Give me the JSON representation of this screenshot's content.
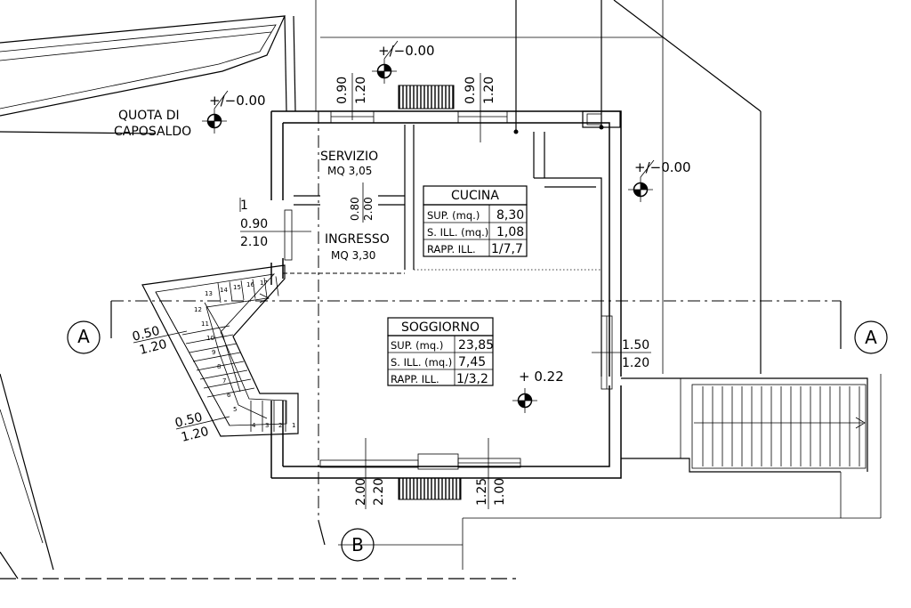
{
  "elevations": {
    "top": "+/−0.00",
    "left": "+/−0.00",
    "right": "+/−0.00",
    "living": "+ 0.22"
  },
  "benchmark": {
    "line1": "QUOTA DI",
    "line2": "CAPOSALDO"
  },
  "rooms": {
    "servizio": {
      "name": "SERVIZIO",
      "area": "MQ 3,05"
    },
    "ingresso": {
      "name": "INGRESSO",
      "area": "MQ 3,30"
    },
    "cucina": {
      "name": "CUCINA",
      "rows": [
        {
          "label": "SUP.   (mq.)",
          "value": "8,30"
        },
        {
          "label": "S. ILL.  (mq.)",
          "value": "1,08"
        },
        {
          "label": "RAPP.  ILL.",
          "value": "1/7,7"
        }
      ]
    },
    "soggiorno": {
      "name": "SOGGIORNO",
      "rows": [
        {
          "label": "SUP.   (mq.)",
          "value": "23,85"
        },
        {
          "label": "S. ILL.  (mq.)",
          "value": "7,45"
        },
        {
          "label": "RAPP.  ILL.",
          "value": "1/3,2"
        }
      ]
    }
  },
  "openings": {
    "top_left": {
      "width": "0.90",
      "height": "1.20"
    },
    "top_right": {
      "width": "0.90",
      "height": "1.20"
    },
    "door_servizio": {
      "width": "0.80",
      "height": "2.00"
    },
    "entrance": {
      "width": "0.90",
      "height": "2.10",
      "num": "1"
    },
    "stair_upper": {
      "width": "0.50",
      "height": "1.20"
    },
    "stair_lower": {
      "width": "0.50",
      "height": "1.20"
    },
    "east_window": {
      "width": "1.50",
      "height": "1.20"
    },
    "bottom_door": {
      "width": "2.00",
      "height": "2.20"
    },
    "bottom_window": {
      "width": "1.25",
      "height": "1.00"
    }
  },
  "stair_steps": [
    "1",
    "2",
    "3",
    "4",
    "5",
    "6",
    "7",
    "8",
    "9",
    "10",
    "11",
    "12",
    "13",
    "14",
    "15",
    "16",
    "17"
  ],
  "section_marks": {
    "a_left": "A",
    "a_right": "A",
    "b": "B"
  }
}
